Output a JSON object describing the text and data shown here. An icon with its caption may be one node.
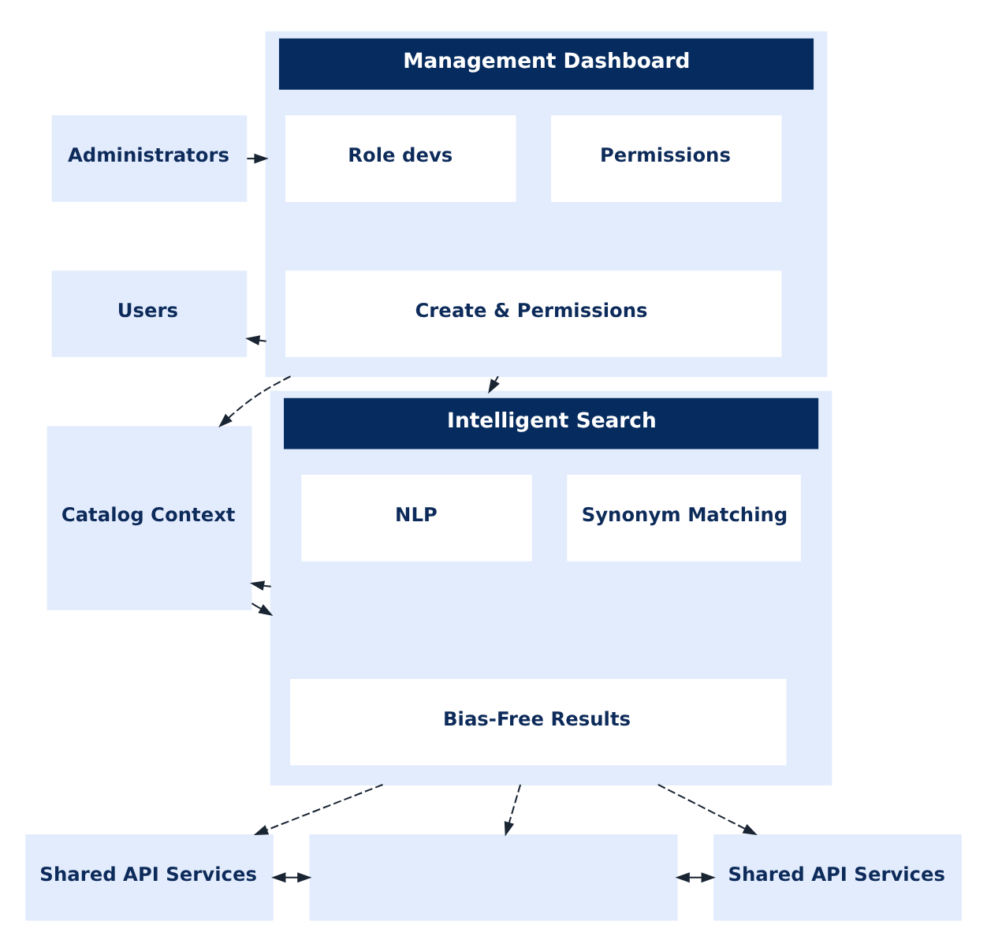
{
  "diagram": {
    "nodes": [
      {
        "text": [
          "Administrators"
        ]
      },
      {
        "text": [
          "Users"
        ]
      },
      {
        "text": [
          "Management Dashboard"
        ]
      },
      {
        "text": [
          "Role devs"
        ],
        "in": 2
      },
      {
        "text": [
          "Permissions"
        ],
        "in": 2
      },
      {
        "text": [
          "Create & Permissions"
        ],
        "in": 2
      },
      {
        "text": [
          "Catalog Context"
        ]
      },
      {
        "text": [
          "Intelligent Search"
        ]
      },
      {
        "text": [
          "NLP"
        ],
        "in": 7
      },
      {
        "text": [
          "Synonym Matching"
        ],
        "in": 7
      },
      {
        "text": [
          "Bias-Free Results"
        ],
        "in": 7
      },
      {
        "text": [
          "Shared API Services"
        ]
      },
      {
        "text": [],
        "shape": "box"
      },
      {
        "text": [
          "Shared API Services"
        ]
      }
    ],
    "edges": [
      {
        "from": 0,
        "to": 2,
        "arrow": "to"
      },
      {
        "from": 2,
        "to": 1,
        "arrow": "to"
      },
      {
        "from": 2,
        "to": 6,
        "arrow": "to",
        "style": "dashed"
      },
      {
        "from": 2,
        "to": 7,
        "arrow": "to",
        "style": "dashed"
      },
      {
        "from": 7,
        "to": 6,
        "arrow": "to"
      },
      {
        "from": 6,
        "to": 7,
        "arrow": "to"
      },
      {
        "from": 7,
        "to": 11,
        "arrow": "to",
        "style": "dashed"
      },
      {
        "from": 7,
        "to": 12,
        "arrow": "to",
        "style": "dashed"
      },
      {
        "from": 7,
        "to": 13,
        "arrow": "to",
        "style": "dashed"
      },
      {
        "from": 11,
        "to": 12,
        "arrow": "both"
      },
      {
        "from": 12,
        "to": 13,
        "arrow": "both"
      }
    ]
  }
}
